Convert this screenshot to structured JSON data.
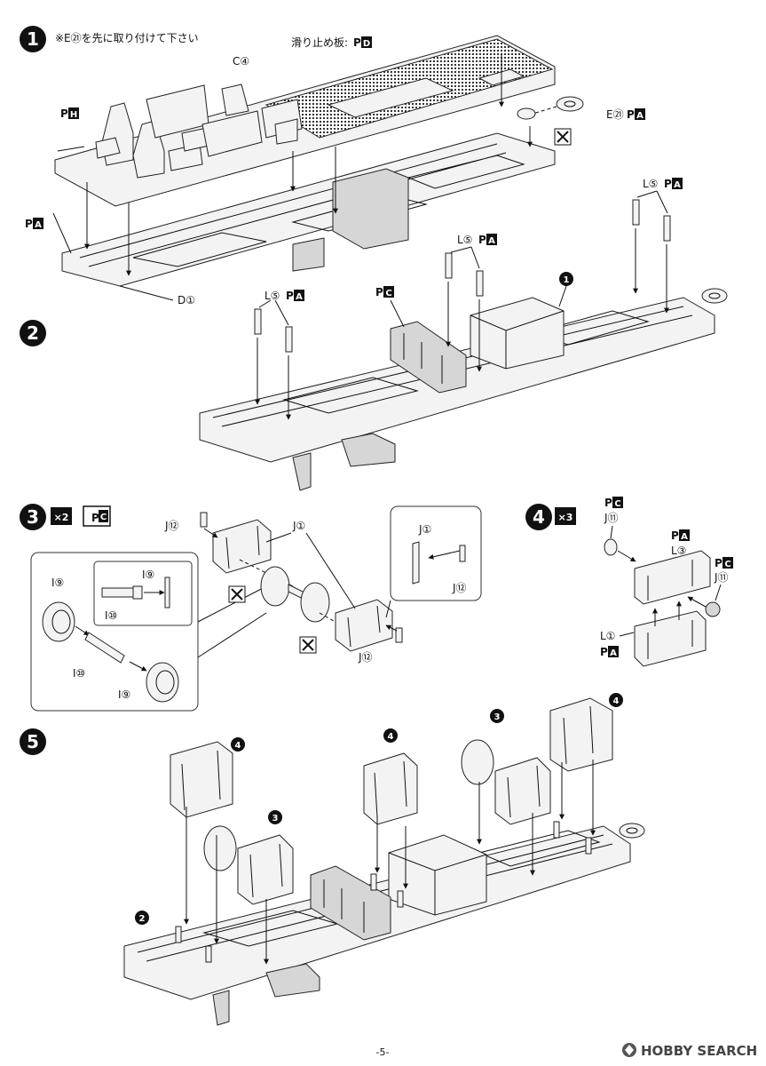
{
  "steps": {
    "s1": {
      "number": "1",
      "note": "※E㉑を先に取り付けて下さい",
      "stopper_label": "滑り止め板:",
      "labels": {
        "c4": "C④",
        "d1": "D①",
        "e21": "E㉑",
        "ph": "H",
        "pa_left": "A",
        "pa_e21": "A",
        "pd": "D"
      }
    },
    "s2": {
      "number": "2",
      "labels": {
        "l5_a": "L⑤",
        "l5_b": "L⑤",
        "l5_c": "L⑤",
        "pa_a": "A",
        "pa_b": "A",
        "pa_c": "A",
        "pc": "C"
      },
      "ref": "1"
    },
    "s3": {
      "number": "3",
      "multiplier": "×2",
      "paint": "C",
      "labels": {
        "j12_top": "J⑫",
        "j1": "J①",
        "j1_inset": "J①",
        "j12_inset": "J⑫",
        "j12_bottom": "J⑫",
        "i9_a": "I⑨",
        "i9_b": "I⑨",
        "i9_c": "I⑨",
        "i10_a": "I⑩",
        "i10_b": "I⑩"
      }
    },
    "s4": {
      "number": "4",
      "multiplier": "×3",
      "labels": {
        "pc_top": "C",
        "j11_top": "J⑪",
        "pa_top": "A",
        "l3": "L③",
        "pc_right": "C",
        "j11_right": "J⑪",
        "l1": "L①",
        "pa_bottom": "A"
      }
    },
    "s5": {
      "number": "5",
      "refs": {
        "r4a": "4",
        "r3a": "3",
        "r4b": "4",
        "r3b": "3",
        "r4c": "4",
        "r2": "2"
      }
    }
  },
  "footer": {
    "page_number": "-5-",
    "watermark": "HOBBY SEARCH"
  }
}
